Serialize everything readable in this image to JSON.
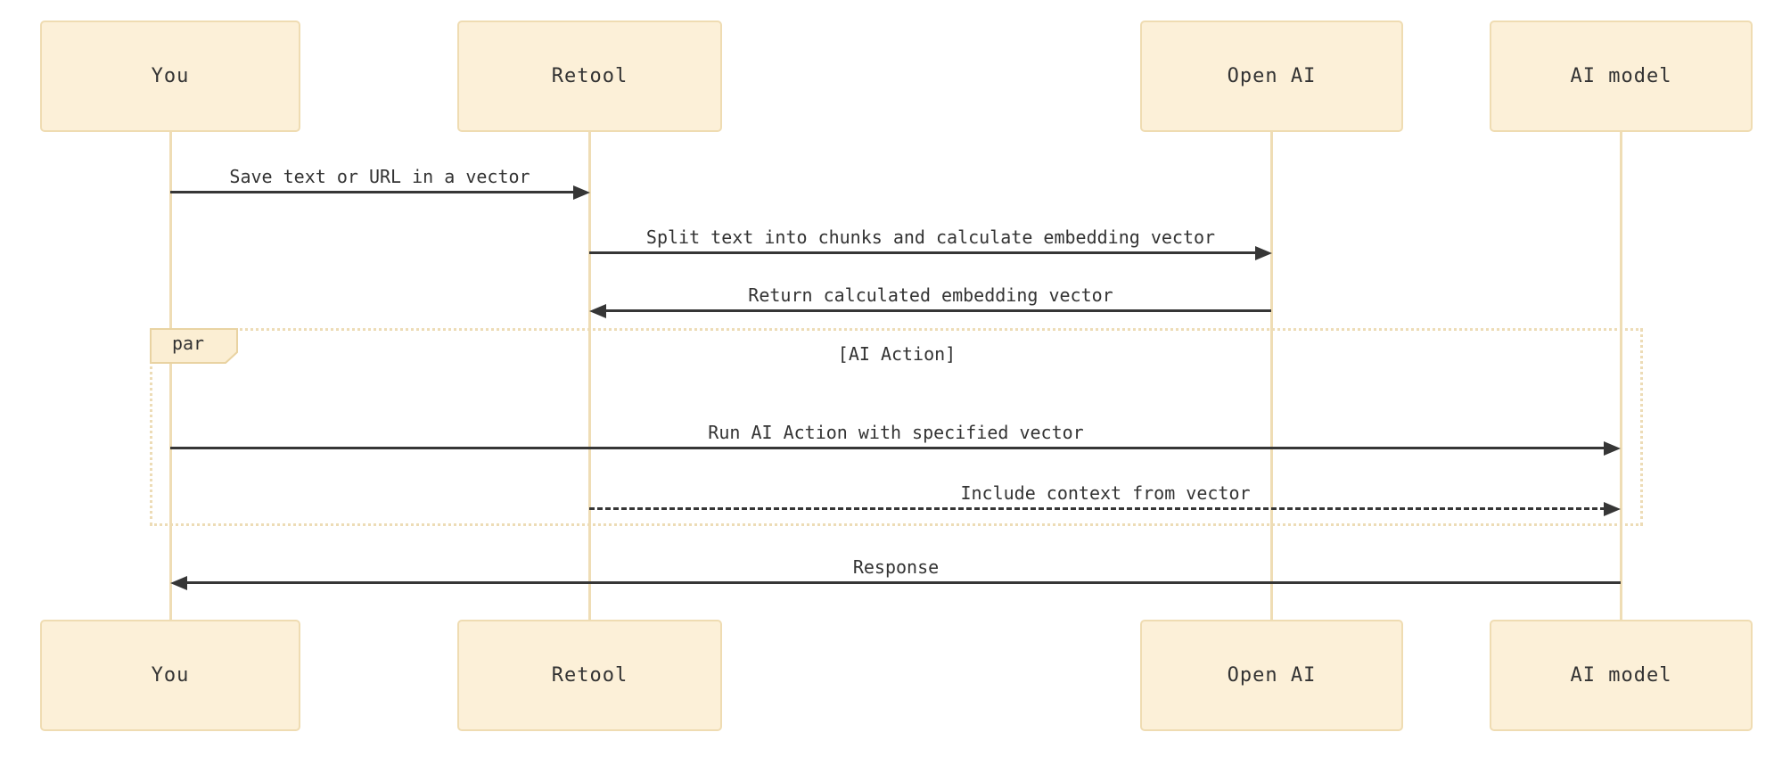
{
  "diagram": {
    "kind": "sequence-diagram",
    "actors": [
      {
        "name": "You"
      },
      {
        "name": "Retool"
      },
      {
        "name": "Open AI"
      },
      {
        "name": "AI model"
      }
    ],
    "messages": [
      {
        "from": "You",
        "to": "Retool",
        "style": "solid",
        "text": "Save text or URL in a vector"
      },
      {
        "from": "Retool",
        "to": "Open AI",
        "style": "solid",
        "text": "Split text into chunks and calculate embedding vector"
      },
      {
        "from": "Open AI",
        "to": "Retool",
        "style": "solid",
        "text": "Return calculated embedding vector"
      },
      {
        "from": "You",
        "to": "AI model",
        "style": "solid",
        "text": "Run AI Action with specified vector"
      },
      {
        "from": "Retool",
        "to": "AI model",
        "style": "dashed",
        "text": "Include context from vector"
      },
      {
        "from": "AI model",
        "to": "You",
        "style": "solid",
        "text": "Response"
      }
    ],
    "par_block": {
      "label": "par",
      "condition": "[AI Action]"
    },
    "colors": {
      "background": "#ffffff",
      "actor_fill": "#fcf0d8",
      "actor_border": "#efdcb2",
      "lifeline": "#efddb5",
      "frame_border": "#eddcb6",
      "par_label_fill": "#fbeed3",
      "par_label_border": "#e9d3a2",
      "signal": "#363636",
      "text": "#333333"
    }
  }
}
